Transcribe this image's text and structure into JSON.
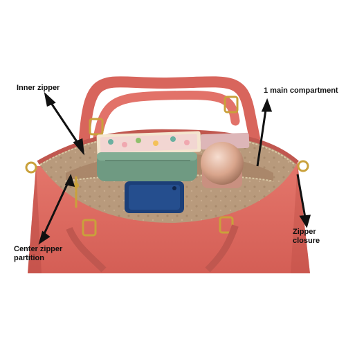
{
  "callouts": {
    "inner_zipper": "Inner zipper",
    "main_compartment": "1 main compartment",
    "center_zipper": [
      "Center zipper",
      "partition"
    ],
    "zipper_closure": [
      "Zipper",
      "closure"
    ]
  },
  "colors": {
    "bag_body": "#e0695f",
    "bag_shadow": "#b94a43",
    "lining": "#b89a7c",
    "pouch": "#6f9a82",
    "phone": "#254e8e",
    "jar": "#d9a58c",
    "gold": "#c9a13b"
  }
}
